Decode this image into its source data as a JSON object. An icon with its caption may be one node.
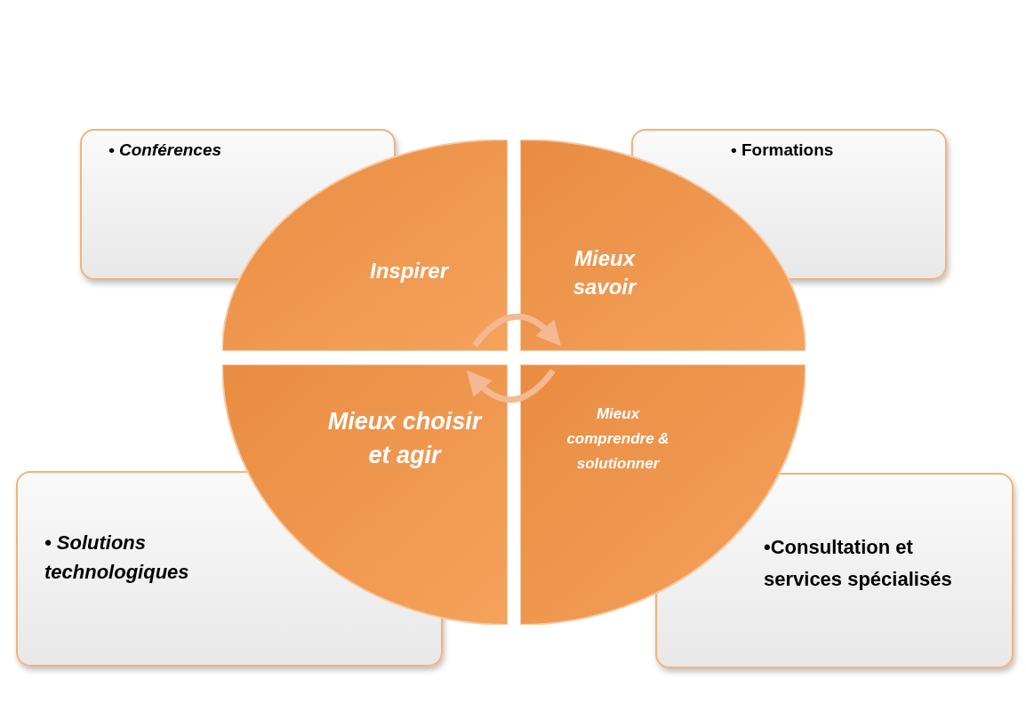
{
  "diagram": {
    "nodes": [
      {
        "text": [
          "• Conférences"
        ]
      },
      {
        "text": [
          "• Formations"
        ]
      },
      {
        "text": [
          "Inspirer"
        ]
      },
      {
        "text": [
          "Mieux savoir"
        ]
      },
      {
        "text": [
          "Mieux choisir et agir"
        ]
      },
      {
        "text": [
          "Mieux comprendre & solutionner"
        ]
      },
      {
        "text": [
          "• Solutions technologiques"
        ]
      },
      {
        "text": [
          "•Consultation et services spécialisés"
        ]
      }
    ],
    "edges": [
      {
        "from": 2,
        "to": 3,
        "arrow": "to"
      },
      {
        "from": 5,
        "to": 4,
        "arrow": "to"
      }
    ]
  }
}
